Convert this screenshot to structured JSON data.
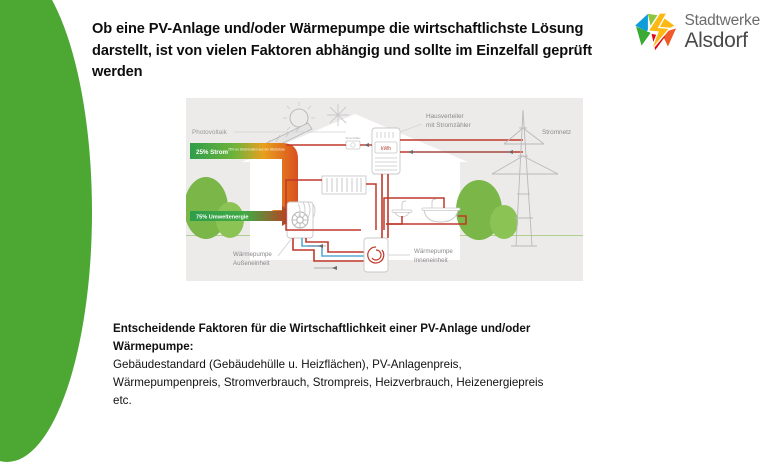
{
  "slide": {
    "title": "Ob eine PV-Anlage und/oder Wärmepumpe die wirtschaftlichste Lösung darstellt, ist von vielen Faktoren abhängig und sollte im Einzelfall geprüft werden",
    "background_color": "#ffffff",
    "accent_color": "#4CA832"
  },
  "logo": {
    "line1": "Stadtwerke",
    "line2": "Alsdorf",
    "mark_colors": [
      "#0d9ddb",
      "#8cc63f",
      "#fdb913",
      "#f05a28",
      "#e30613",
      "#3aaa35"
    ]
  },
  "diagram": {
    "background_color": "#edeaea",
    "labels": {
      "photovoltaik": "Photovoltaik",
      "strom_badge": "25% Strom",
      "strom_badge_sub": "25% an Stromkosten aus der Steckdose",
      "umweltenergie_badge": "75% Umweltenergie",
      "hausverteiler": "Hausverteiler",
      "hausverteiler_sub": "mit Stromzähler",
      "stromnetz": "Stromnetz",
      "wp_aussen_l1": "Wärmepumpe",
      "wp_aussen_l2": "Außeneinheit",
      "wp_innen_l1": "Wärmepumpe",
      "wp_innen_l2": "Inneneinheit",
      "meter_box": "kWh",
      "inline_meter": "Stromzähler"
    },
    "colors": {
      "pipe_red": "#c0392b",
      "pipe_red_light": "#cf5b52",
      "pipe_blue": "#5aa9d6",
      "bush_green": "#7ab648",
      "ground_green": "#8cbf54",
      "gradient_green": "#2e9e4a",
      "gradient_orange": "#e8741e",
      "house_outline": "#ffffff",
      "pylon_gray": "#b9b9b9",
      "label_gray": "#8a8a8a"
    }
  },
  "body": {
    "heading_line1": "Entscheidende Faktoren für die Wirtschaftlichkeit einer PV-Anlage und/oder",
    "heading_line2": "Wärmepumpe:",
    "text_line1": "Gebäudestandard (Gebäudehülle u. Heizflächen), PV-Anlagenpreis,",
    "text_line2": "Wärmepumpenpreis, Stromverbrauch, Strompreis, Heizverbrauch, Heizenergiepreis",
    "text_line3": "etc."
  }
}
